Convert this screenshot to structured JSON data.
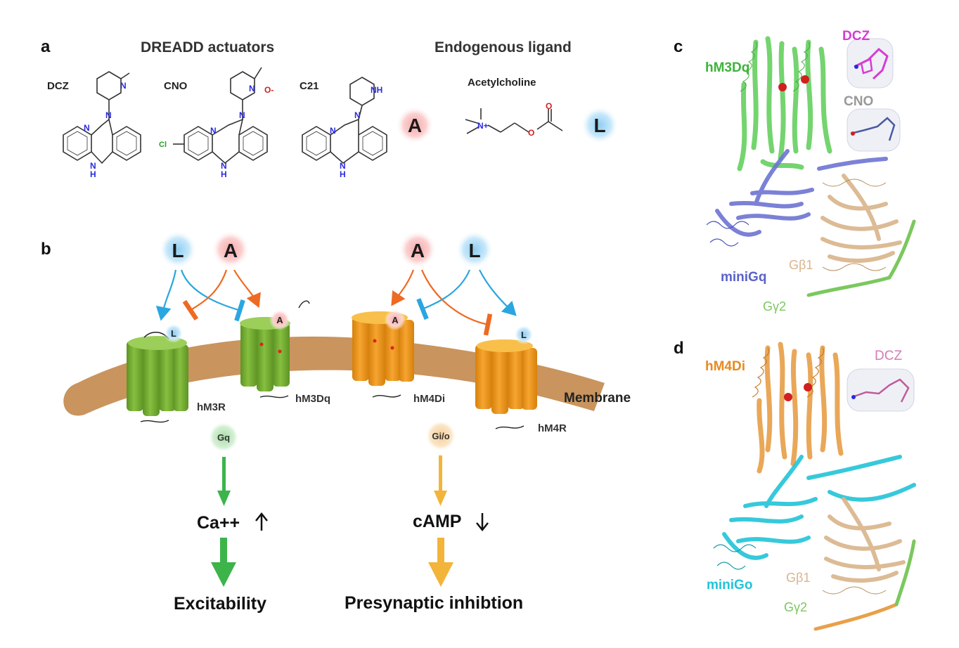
{
  "panels": {
    "a": "a",
    "b": "b",
    "c": "c",
    "d": "d"
  },
  "panel_a": {
    "header_actuators": "DREADD actuators",
    "header_endogenous": "Endogenous ligand",
    "molecules": [
      {
        "name": "DCZ"
      },
      {
        "name": "CNO"
      },
      {
        "name": "C21"
      }
    ],
    "acetylcholine": "Acetylcholine",
    "atoms": {
      "N": "N",
      "NH": "NH",
      "H": "H",
      "O": "O",
      "Cl": "Cl",
      "Nplus": "N+",
      "Ominus": "O-"
    },
    "ligand_A": "A",
    "ligand_L": "L"
  },
  "panel_b": {
    "ligand_A": "A",
    "ligand_L": "L",
    "receptors": [
      "hM3R",
      "hM3Dq",
      "hM4Di",
      "hM4R"
    ],
    "membrane": "Membrane",
    "g_proteins": [
      "Gq",
      "Gi/o"
    ],
    "left_second": "Ca++",
    "right_second": "cAMP",
    "left_outcome": "Excitability",
    "right_outcome": "Presynaptic inhibtion"
  },
  "panel_c": {
    "receptor": "hM3Dq",
    "ligand1": "DCZ",
    "ligand2": "CNO",
    "mini": "miniGq",
    "gb": "Gβ1",
    "gg": "Gγ2"
  },
  "panel_d": {
    "receptor": "hM4Di",
    "ligand1": "DCZ",
    "mini": "miniGo",
    "gb": "Gβ1",
    "gg": "Gγ2"
  },
  "colors": {
    "ligand_A": "#f4b6b6",
    "ligand_L": "#9fd4f2",
    "hM3_green": "#7bb23a",
    "hM4_orange": "#f29a1c",
    "membrane": "#c9945e",
    "arrow_blue": "#2aa6e0",
    "arrow_orange": "#ee6a22",
    "arrow_green": "#3cb44a",
    "arrow_gold": "#f3b43a",
    "dcz_magenta": "#d63cd3",
    "helix_green": "#66d060",
    "helix_orange": "#e8a04a",
    "mini_blue": "#6d74d2",
    "mini_cyan": "#22c4d8",
    "gb_tan": "#d9b48a"
  }
}
